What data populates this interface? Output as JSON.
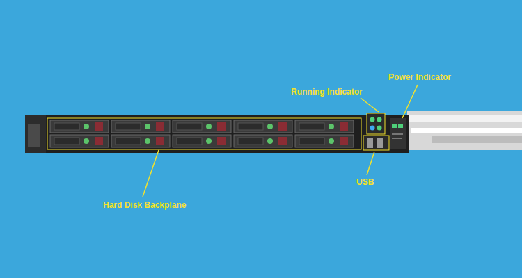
{
  "diagram": {
    "labels": [
      "Running Indicator",
      "Power Indicator",
      "USB",
      "Hard Disk Backplane"
    ]
  }
}
